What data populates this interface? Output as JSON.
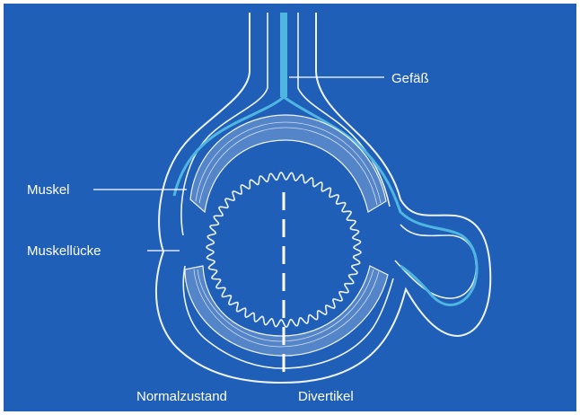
{
  "colors": {
    "background": "#1f5fb8",
    "outline": "#eef3fb",
    "vessel": "#4fb6e2",
    "muscle": "#dfe9f6"
  },
  "labels": {
    "vessel": "Gefäß",
    "muscle": "Muskel",
    "muscle_gap": "Muskellücke",
    "normal_state": "Normalzustand",
    "diverticulum": "Divertikel"
  }
}
